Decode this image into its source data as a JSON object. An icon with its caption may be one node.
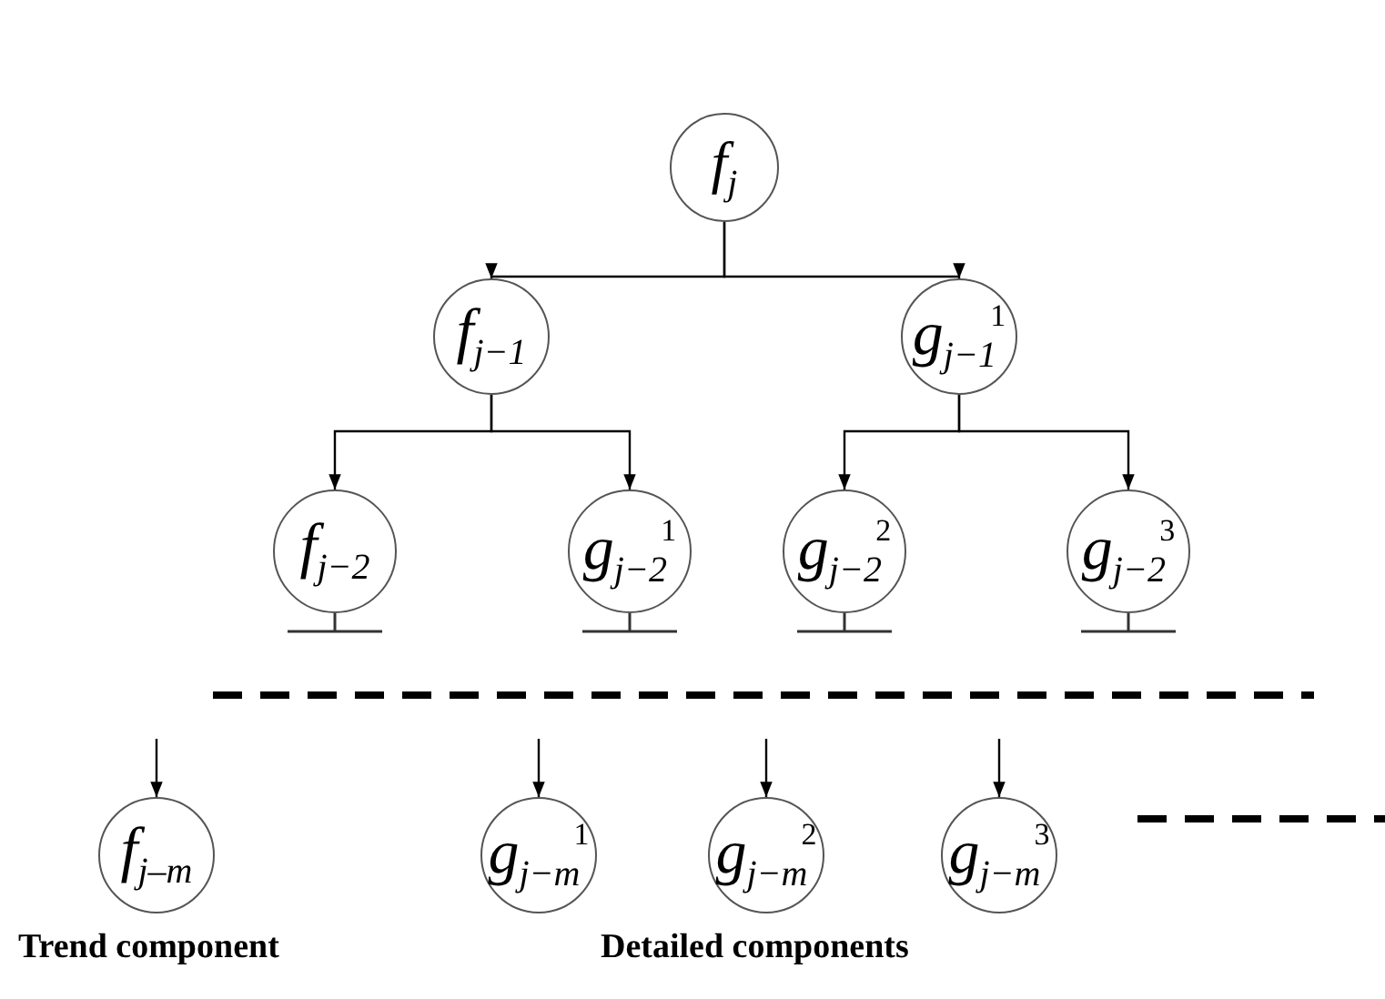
{
  "diagram": {
    "nodes": [
      {
        "text": [
          "f$_{j}$"
        ]
      },
      {
        "text": [
          "f$_{j−1}$"
        ]
      },
      {
        "text": [
          "g$_{j−1}$$^{1}$"
        ]
      },
      {
        "text": [
          "f$_{j−2}$"
        ]
      },
      {
        "text": [
          "g$_{j−2}$$^{1}$"
        ]
      },
      {
        "text": [
          "g$_{j−2}$$^{2}$"
        ]
      },
      {
        "text": [
          "g$_{j−2}$$^{3}$"
        ]
      },
      {
        "text": [
          "f$_{j–m}$"
        ]
      },
      {
        "text": [
          "g$_{j−m}$$^{1}$"
        ]
      },
      {
        "text": [
          "g$_{j−m}$$^{2}$"
        ]
      },
      {
        "text": [
          "g$_{j−m}$$^{3}$"
        ]
      }
    ],
    "edges": [
      {
        "from": 0,
        "to": 1,
        "arrow": "to"
      },
      {
        "from": 0,
        "to": 2,
        "arrow": "to"
      },
      {
        "from": 1,
        "to": 3,
        "arrow": "to"
      },
      {
        "from": 1,
        "to": 4,
        "arrow": "to"
      },
      {
        "from": 2,
        "to": 5,
        "arrow": "to"
      },
      {
        "from": 2,
        "to": 6,
        "arrow": "to"
      },
      {
        "from": null,
        "to": 7,
        "arrow": "to"
      },
      {
        "from": null,
        "to": 8,
        "arrow": "to"
      },
      {
        "from": null,
        "to": 9,
        "arrow": "to"
      },
      {
        "from": null,
        "to": 10,
        "arrow": "to"
      }
    ],
    "labels": [
      "Trend component",
      "Detailed components"
    ]
  }
}
